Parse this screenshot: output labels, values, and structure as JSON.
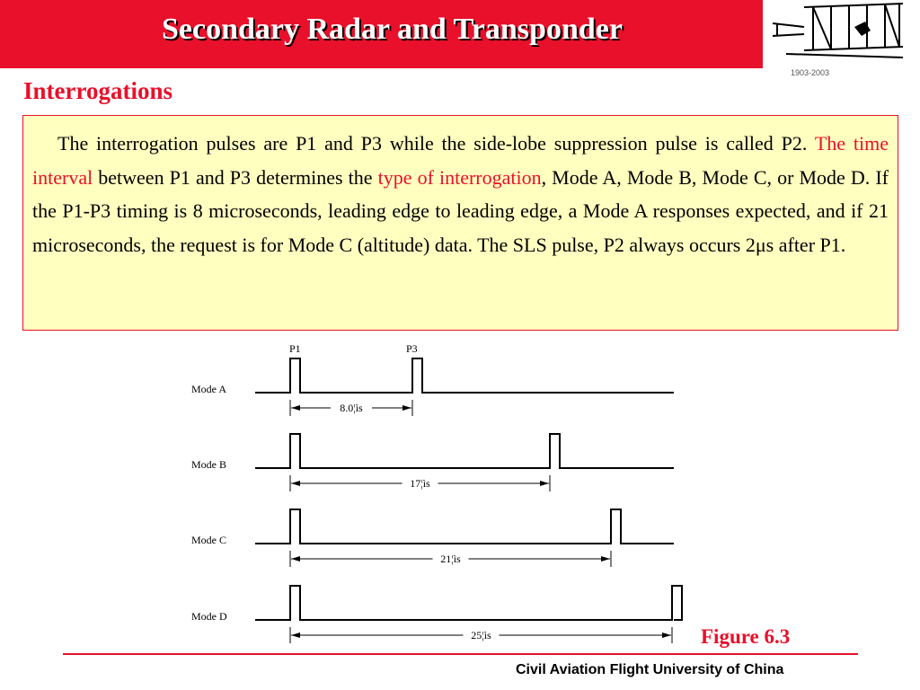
{
  "header": {
    "title": "Secondary Radar and Transponder",
    "logo_icon": "biplane-icon",
    "logo_caption": "1903-2003",
    "color": "#e8102a"
  },
  "section": {
    "title": "Interrogations"
  },
  "paragraph": {
    "t1": "The interrogation pulses are P1 and P3 while the side-lobe suppression pulse is called P2. ",
    "t2": "The time interval",
    "t3": " between P1 and P3 determines the ",
    "t4": "type of interrogation",
    "t5": ", Mode A, Mode B, Mode C, or Mode D. If the P1-P3 timing is 8 microseconds, leading edge to leading edge, a Mode A responses expected, and if 21 microseconds, the request is for Mode C (altitude) data. The SLS pulse, P2 always occurs 2μs after P1."
  },
  "diagram": {
    "pulse_labels": {
      "p1": "P1",
      "p3": "P3"
    },
    "modes": [
      {
        "label": "Mode  A",
        "interval_us": 8.0,
        "interval_label": "8.0¦ìs"
      },
      {
        "label": "Mode  B",
        "interval_us": 17,
        "interval_label": "17¦ìs"
      },
      {
        "label": "Mode  C",
        "interval_us": 21,
        "interval_label": "21¦ìs"
      },
      {
        "label": "Mode  D",
        "interval_us": 25,
        "interval_label": "25¦ìs"
      }
    ]
  },
  "figure": {
    "label": "Figure 6.3"
  },
  "footer": {
    "text": "Civil Aviation Flight University of China"
  }
}
